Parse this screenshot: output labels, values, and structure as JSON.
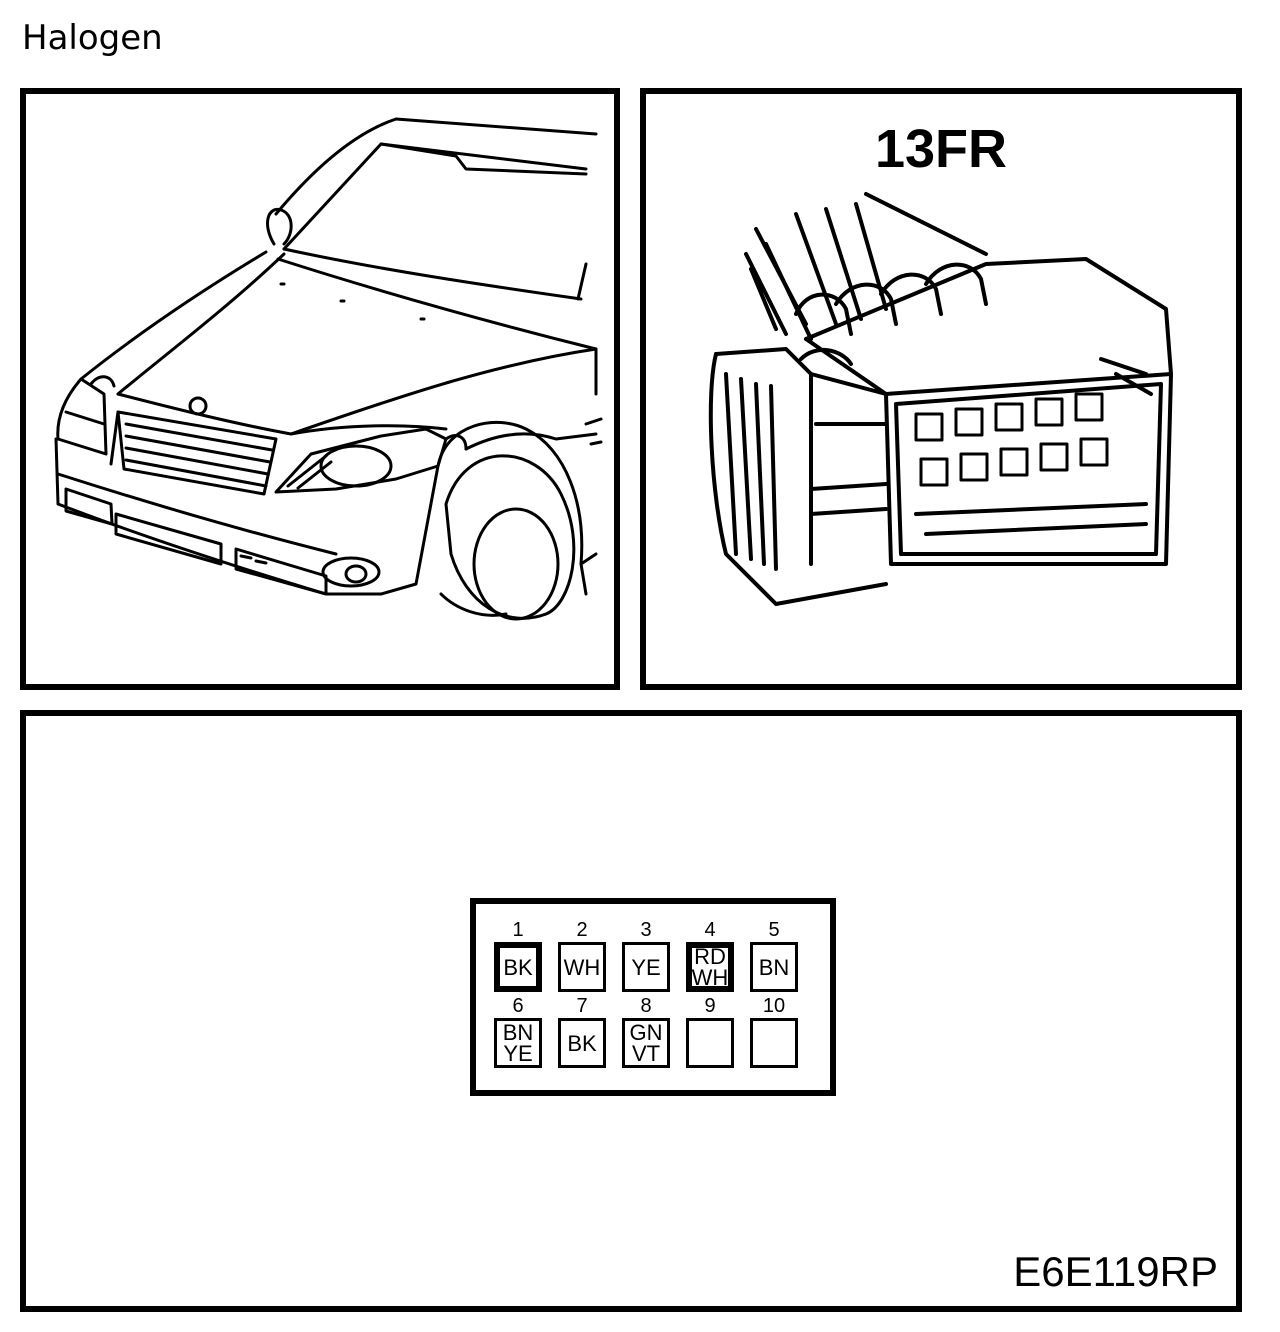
{
  "page": {
    "title": "Halogen"
  },
  "connector": {
    "name": "13FR"
  },
  "diagram": {
    "code": "E6E119RP"
  },
  "pins": [
    {
      "number": "1",
      "lines": [
        "BK"
      ],
      "highlight": true
    },
    {
      "number": "2",
      "lines": [
        "WH"
      ],
      "highlight": false
    },
    {
      "number": "3",
      "lines": [
        "YE"
      ],
      "highlight": false
    },
    {
      "number": "4",
      "lines": [
        "RD",
        "WH"
      ],
      "highlight": true
    },
    {
      "number": "5",
      "lines": [
        "BN"
      ],
      "highlight": false
    },
    {
      "number": "6",
      "lines": [
        "BN",
        "YE"
      ],
      "highlight": false
    },
    {
      "number": "7",
      "lines": [
        "BK"
      ],
      "highlight": false
    },
    {
      "number": "8",
      "lines": [
        "GN",
        "VT"
      ],
      "highlight": false
    },
    {
      "number": "9",
      "lines": [],
      "highlight": false
    },
    {
      "number": "10",
      "lines": [],
      "highlight": false
    }
  ],
  "icons": {
    "car": "car-front-illustration-icon",
    "connector": "connector-harness-illustration-icon"
  }
}
